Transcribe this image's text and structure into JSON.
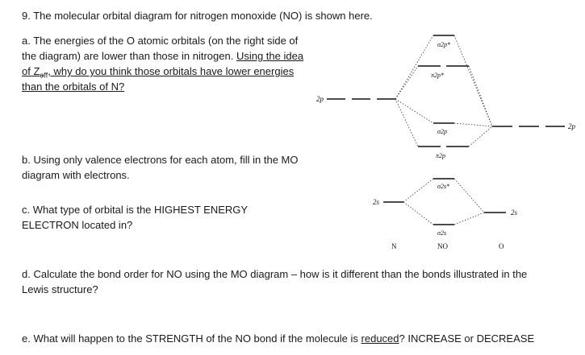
{
  "question": {
    "number_title": "9. The molecular orbital diagram for nitrogen monoxide (NO) is shown here.",
    "part_a": {
      "prefix": "a. The energies of the O atomic orbitals (on the right side of the diagram) are lower than those in nitrogen. ",
      "underlined_start": "Using the idea of Z",
      "zeff_sub": "eff",
      "underlined_end": ", why do you think those orbitals have lower energies than the orbitals of N?"
    },
    "part_b": "b. Using only valence electrons for each atom, fill in the MO diagram with electrons.",
    "part_c": "c. What type of orbital is the HIGHEST ENERGY ELECTRON located in?",
    "part_d": "d. Calculate the bond order for NO using the MO diagram – how is it different than the bonds illustrated in the Lewis structure?",
    "part_e": {
      "prefix": "e. What will happen to the STRENGTH of the NO bond if the molecule is ",
      "underlined": "reduced",
      "suffix": "? INCREASE or DECREASE"
    }
  },
  "diagram": {
    "atom_left": "N",
    "atom_center": "NO",
    "atom_right": "O",
    "ao_left_2p": "2p",
    "ao_left_2s": "2s",
    "ao_right_2p": "2p",
    "ao_right_2s": "2s",
    "mo_labels": {
      "sigma2p_star": "σ2p*",
      "pi2p_star": "π2p*",
      "sigma2p": "σ2p",
      "pi2p": "π2p",
      "sigma2s_star": "σ2s*",
      "sigma2s": "σ2s"
    }
  }
}
